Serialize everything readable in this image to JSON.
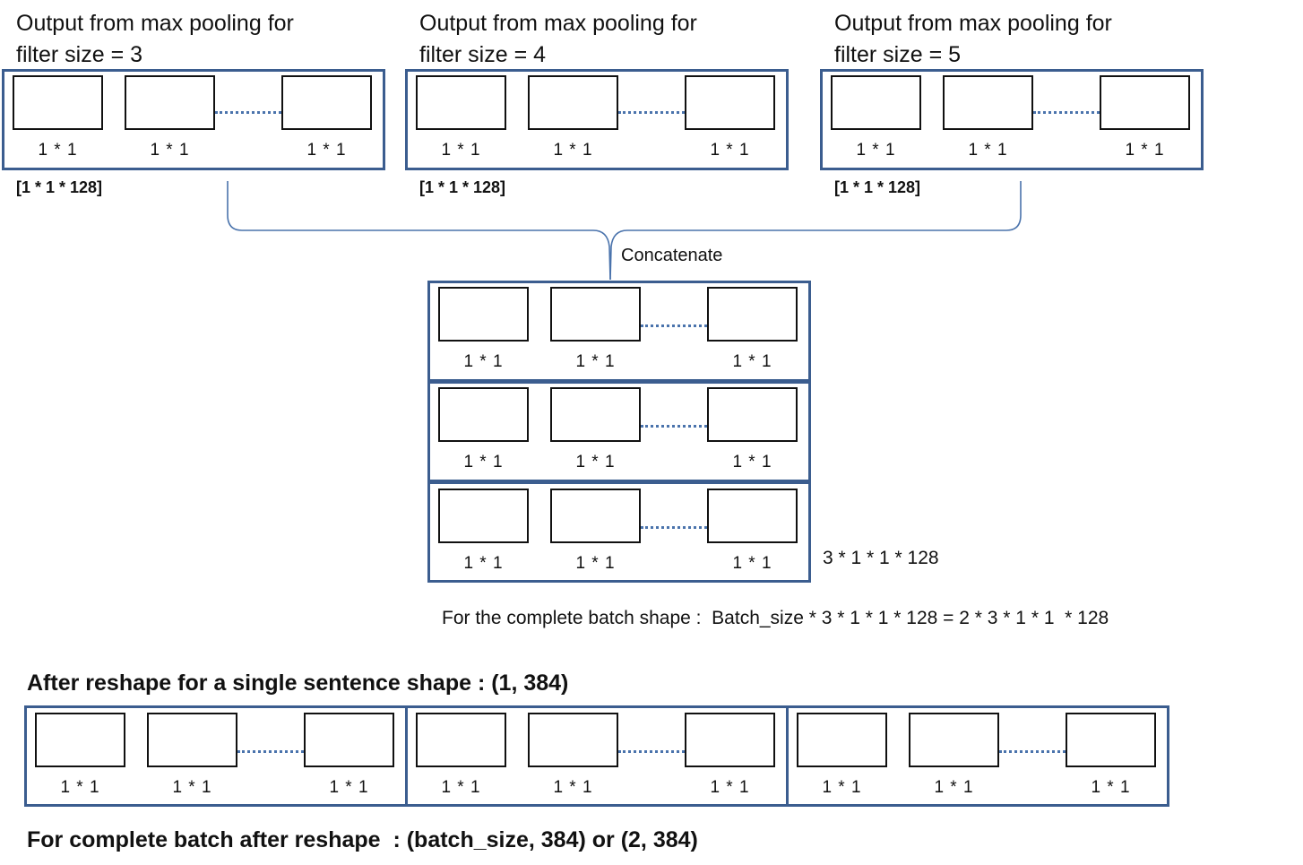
{
  "top_panels": [
    {
      "title": "Output from max pooling for\nfilter size = 3",
      "shape": "[1 * 1 * 128]"
    },
    {
      "title": "Output from max pooling for\nfilter size = 4",
      "shape": "[1 * 1 * 128]"
    },
    {
      "title": "Output from max pooling for\nfilter size = 5",
      "shape": "[1 * 1 * 128]"
    }
  ],
  "cell_label": "1 * 1",
  "concatenate_label": "Concatenate",
  "concat_shape_label": "3 * 1 * 1 * 128",
  "batch_shape_text": "For the complete batch shape :  Batch_size * 3 * 1 * 1 * 128 = 2 * 3 * 1 * 1  * 128",
  "reshape_single_label": "After reshape for a single sentence shape : (1, 384)",
  "reshape_batch_label": "For complete batch after reshape  : (batch_size, 384) or (2, 384)",
  "colors": {
    "panel_border": "#3b5d8f",
    "dots": "#4a73ac",
    "brace": "#4a73ac"
  }
}
